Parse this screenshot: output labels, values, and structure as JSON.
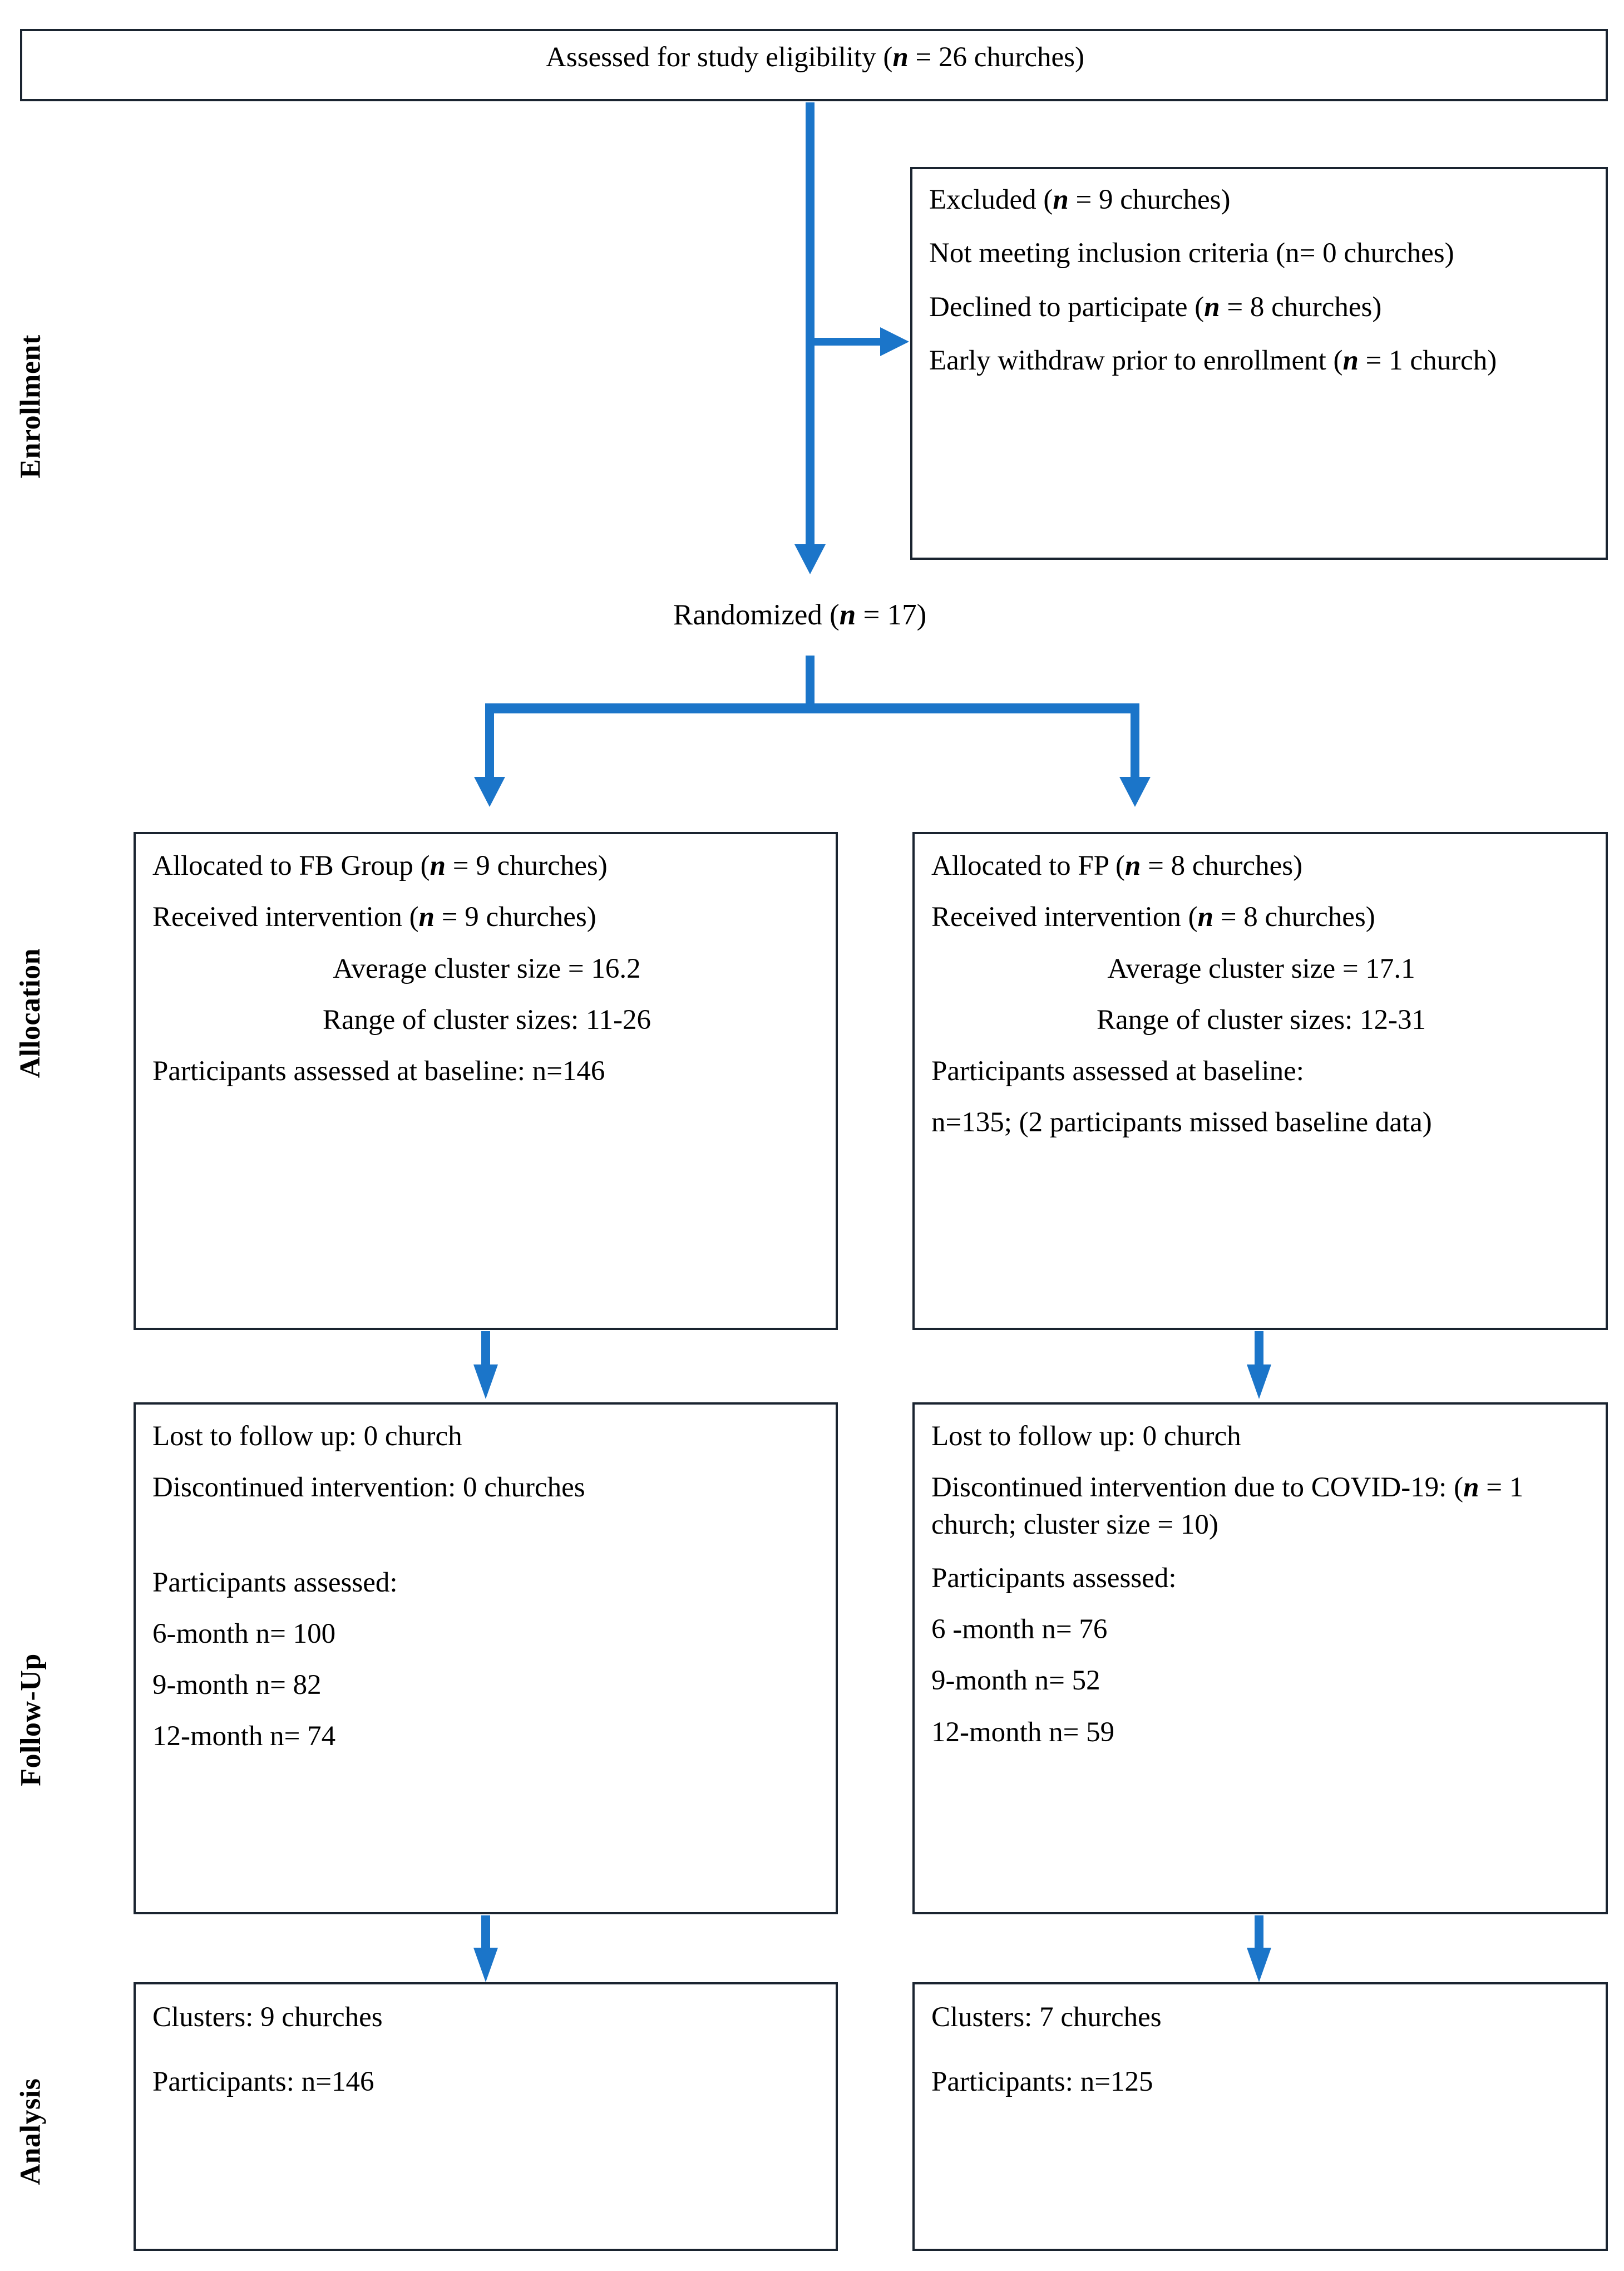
{
  "diagram": {
    "title": "CONSORT cluster-randomized trial flow diagram",
    "accent_blue": "#1b75c9",
    "border_color": "#1a2430"
  },
  "stages": [
    {
      "key": "enrollment",
      "label": "Enrollment"
    },
    {
      "key": "allocation",
      "label": "Allocation"
    },
    {
      "key": "followup",
      "label": "Follow-Up"
    },
    {
      "key": "analysis",
      "label": "Analysis"
    }
  ],
  "enrollment": {
    "assessed": {
      "line1_a": "Assessed for study eligibility (",
      "line1_n": "n",
      "line1_b": " = 26 churches)"
    },
    "excluded": {
      "heading_a": "Excluded (",
      "heading_n": "n",
      "heading_b": " = 9 churches)",
      "reason1": "Not meeting inclusion criteria (n= 0 churches)",
      "reason2_a": "Declined to participate (",
      "reason2_n": "n",
      "reason2_b": " = 8 churches)",
      "reason3_a": "Early withdraw prior to enrollment (",
      "reason3_n": "n",
      "reason3_b": " = 1 church)"
    },
    "randomized_a": "Randomized (",
    "randomized_n": "n",
    "randomized_b": " = 17)"
  },
  "allocation": {
    "left": {
      "allocated_a": "Allocated to FB Group (",
      "allocated_n": "n",
      "allocated_b": " = 9 churches)",
      "received_a": "Received intervention (",
      "received_n": "n",
      "received_b": " = 9 churches)",
      "avg_cluster": "Average cluster size = 16.2",
      "range_cluster": "Range of cluster sizes: 11-26",
      "baseline": "Participants assessed at baseline: n=146"
    },
    "right": {
      "allocated_a": "Allocated to FP (",
      "allocated_n": "n",
      "allocated_b": " = 8 churches)",
      "received_a": "Received intervention (",
      "received_n": "n",
      "received_b": " = 8 churches)",
      "avg_cluster": "Average cluster size = 17.1",
      "range_cluster": "Range of cluster sizes: 12-31",
      "baseline_label": "Participants assessed at baseline:",
      "baseline_value": "n=135; (2 participants missed baseline data)"
    }
  },
  "followup": {
    "left": {
      "lost": "Lost to follow up: 0 church",
      "discontinued": "Discontinued intervention: 0 churches",
      "assessed_label": "Participants assessed:",
      "m6": "6-month n= 100",
      "m9": "9-month n= 82",
      "m12": "12-month n= 74"
    },
    "right": {
      "lost": "Lost to follow up: 0 church",
      "discontinued_a": "Discontinued intervention due to COVID-19: (",
      "discontinued_n": "n",
      "discontinued_b": " = 1 church; cluster size = 10)",
      "assessed_label": "Participants assessed:",
      "m6": "6 -month n= 76",
      "m9": "9-month n= 52",
      "m12": "12-month n= 59"
    }
  },
  "analysis": {
    "left": {
      "clusters": "Clusters: 9 churches",
      "participants": "Participants: n=146"
    },
    "right": {
      "clusters": "Clusters: 7 churches",
      "participants": "Participants: n=125"
    }
  }
}
